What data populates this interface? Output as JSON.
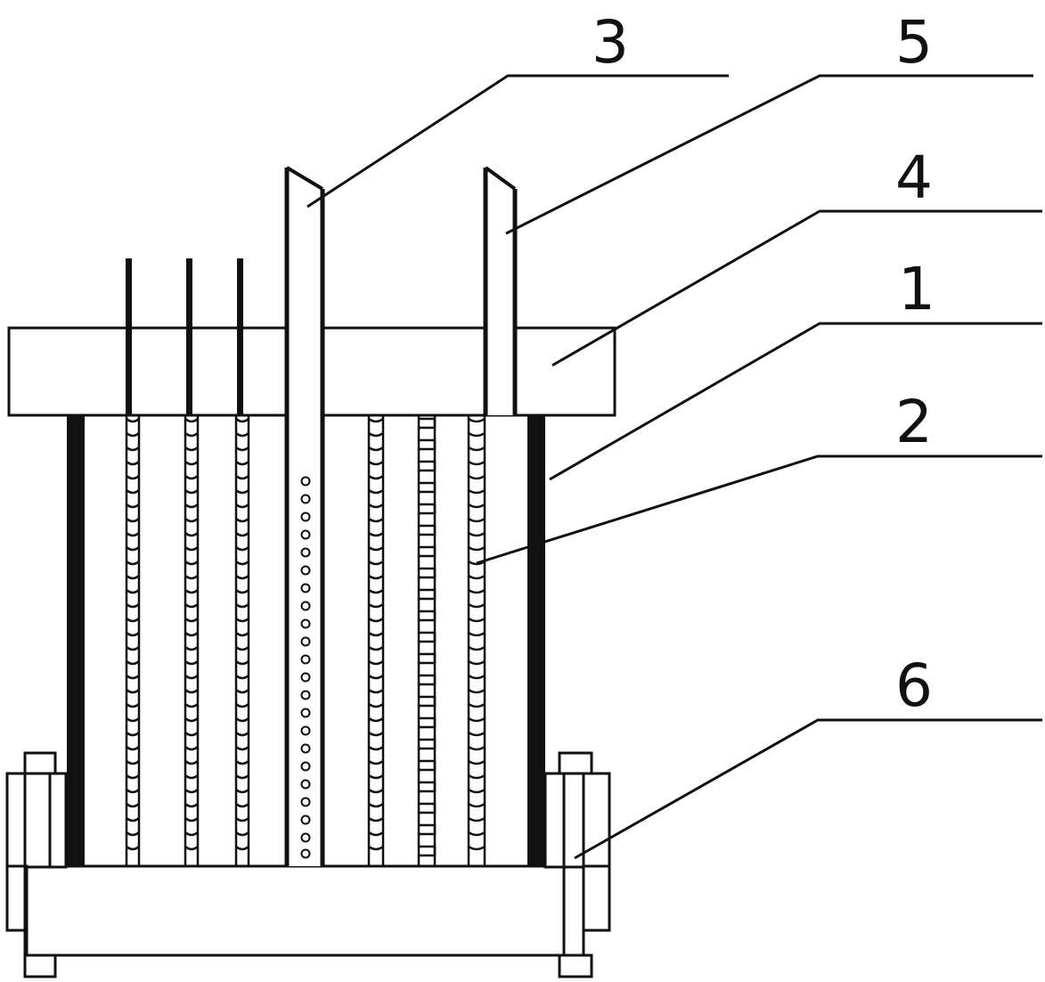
{
  "labels": [
    {
      "id": "3",
      "text": "3"
    },
    {
      "id": "5",
      "text": "5"
    },
    {
      "id": "4",
      "text": "4"
    },
    {
      "id": "1",
      "text": "1"
    },
    {
      "id": "2",
      "text": "2"
    },
    {
      "id": "6",
      "text": "6"
    }
  ],
  "colors": {
    "ink": "#111111",
    "paper": "#ffffff"
  }
}
